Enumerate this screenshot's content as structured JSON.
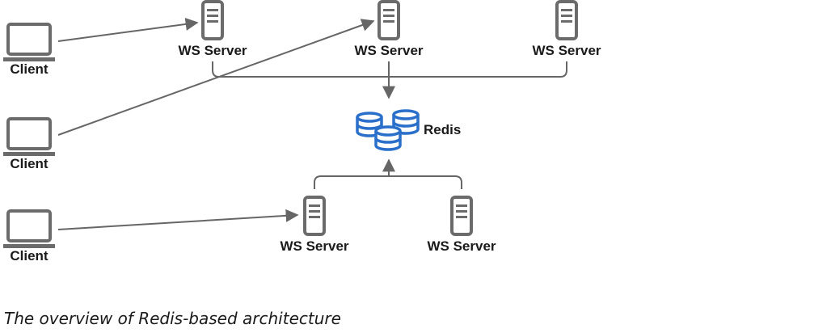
{
  "clients": [
    {
      "label": "Client"
    },
    {
      "label": "Client"
    },
    {
      "label": "Client"
    }
  ],
  "servers": [
    {
      "label": "WS Server"
    },
    {
      "label": "WS Server"
    },
    {
      "label": "WS Server"
    },
    {
      "label": "WS Server"
    },
    {
      "label": "WS Server"
    }
  ],
  "redis": {
    "label": "Redis"
  },
  "caption": "The overview of Redis-based architecture",
  "colors": {
    "line": "#666666",
    "icon": "#6b6b6b",
    "redis": "#2a6fc9",
    "text": "#1a1a1a"
  },
  "icons": {
    "client": "laptop-icon",
    "server": "server-icon",
    "redis": "database-cluster-icon"
  }
}
